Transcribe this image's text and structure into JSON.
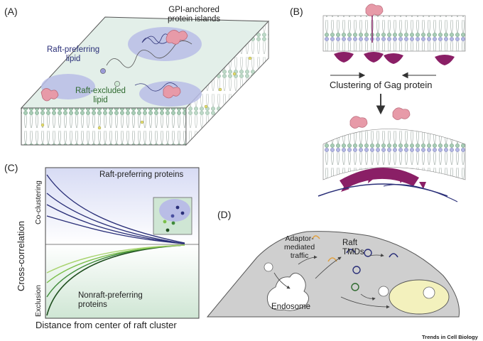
{
  "panels": {
    "a": {
      "label": "(A)",
      "gpi_label": "GPI-anchored\nprotein islands",
      "raft_pref_lipid": "Raft-preferring\nlipid",
      "raft_excl_lipid": "Raft-excluded\nlipid"
    },
    "b": {
      "label": "(B)",
      "caption": "Clustering of Gag protein"
    },
    "c": {
      "label": "(C)",
      "raft_pref_proteins": "Raft-preferring proteins",
      "nonraft_proteins": "Nonraft-preferring\nproteins",
      "co_clustering": "Co-clustering",
      "exclusion": "Exclusion",
      "ylabel": "Cross-correlation",
      "xlabel": "Distance from center of raft cluster"
    },
    "d": {
      "label": "(D)",
      "adaptor": "Adaptor-\nmediated\ntraffic",
      "raft_tmds": "Raft\nTMDs",
      "endosome": "Endosome"
    }
  },
  "footer": {
    "credit": "Trends in Cell Biology"
  },
  "colors": {
    "raft_blue": "#2a2f78",
    "nonraft_green": "#2f6a2f",
    "gag_magenta": "#8a1f66",
    "gpi_pink": "#e79aa8",
    "cell_grey": "#cfcfcf",
    "raft_domain": "#b9bde6",
    "membrane_bg": "#e6f0ec"
  },
  "chart_data": {
    "type": "line",
    "title": "",
    "xlabel": "Distance from center of raft cluster",
    "ylabel": "Cross-correlation",
    "axis_ticks": "none",
    "series": [
      {
        "name": "Raft-preferring proteins",
        "values": []
      },
      {
        "name": "Nonraft-preferring proteins",
        "values": []
      }
    ]
  }
}
